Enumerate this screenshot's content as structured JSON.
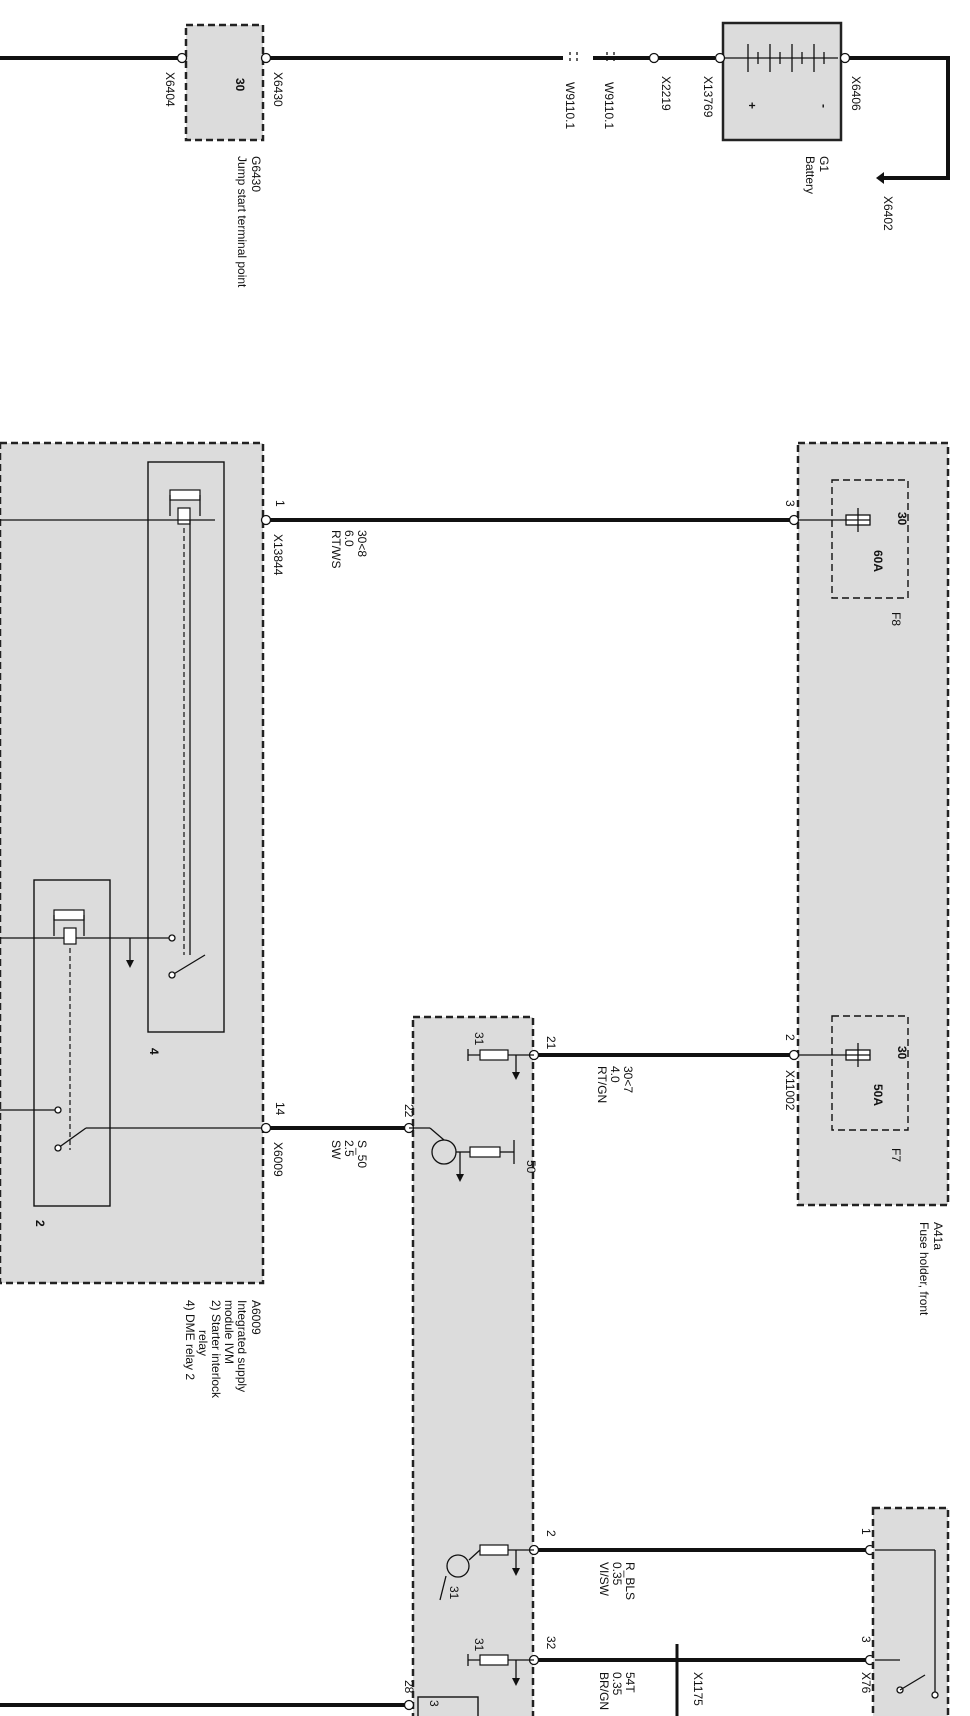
{
  "components": {
    "jump_start": {
      "id": "G6430",
      "name": "Jump start terminal point",
      "terminal": "30",
      "conn_left": "X6404",
      "conn_right": "X6430"
    },
    "battery": {
      "id": "G1",
      "name": "Battery",
      "plus": "+",
      "minus": "-",
      "conn_left": "X13769",
      "conn_right": "X6406",
      "ground": "X6402"
    },
    "splices": {
      "w1": "W9110.1",
      "w2": "W9110.1",
      "x2219": "X2219"
    },
    "fuse_holder": {
      "id": "A41a",
      "name": "Fuse holder, front",
      "fuses": [
        {
          "id": "F8",
          "terminal": "30",
          "rating": "60A",
          "pin": "3"
        },
        {
          "id": "F7",
          "terminal": "30",
          "rating": "50A",
          "pin": "2"
        }
      ],
      "conn_f7": "X11002"
    },
    "ivm": {
      "id": "A6009",
      "lines": [
        "Integrated supply",
        "module IVM",
        "2) Starter interlock",
        "relay",
        "4) DME relay 2"
      ],
      "relay_labels": {
        "upper": "4",
        "lower": "2"
      },
      "pins": {
        "p1": "1",
        "p14": "14"
      },
      "conns": {
        "c1": "X13844",
        "c14": "X6009"
      }
    },
    "dme": {
      "pins": {
        "p21": "21",
        "p22": "22",
        "p2": "2",
        "p32": "32",
        "p28": "28",
        "p3": "3"
      },
      "grounds": {
        "g1": "31",
        "g2": "31",
        "g3": "31"
      },
      "t50": "50"
    },
    "brake_switch": {
      "conn": "X76",
      "pins": {
        "p1": "1",
        "p3": "3"
      }
    },
    "x1175": "X1175"
  },
  "wires": {
    "w_30b8": {
      "signal": "30<8",
      "gauge": "6.0",
      "color": "RT/WS"
    },
    "w_30b7": {
      "signal": "30<7",
      "gauge": "4.0",
      "color": "RT/GN"
    },
    "w_s50": {
      "signal": "S_50",
      "gauge": "2.5",
      "color": "SW"
    },
    "w_rbls": {
      "signal": "R_BLS",
      "gauge": "0.35",
      "color": "VI/SW"
    },
    "w_54t": {
      "signal": "54T",
      "gauge": "0.35",
      "color": "BR/GN"
    }
  }
}
